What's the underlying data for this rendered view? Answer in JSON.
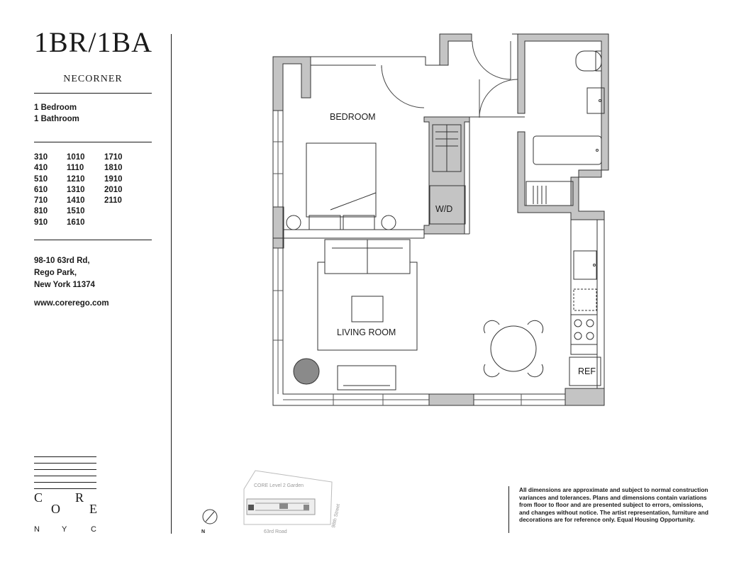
{
  "header": {
    "unit_type": "1BR/1BA",
    "orientation": "NECORNER"
  },
  "specs": {
    "bedrooms": "1 Bedroom",
    "bathrooms": "1 Bathroom"
  },
  "unit_numbers": [
    [
      "310",
      "1010",
      "1710"
    ],
    [
      "410",
      "1110",
      "1810"
    ],
    [
      "510",
      "1210",
      "1910"
    ],
    [
      "610",
      "1310",
      "2010"
    ],
    [
      "710",
      "1410",
      "2110"
    ],
    [
      "810",
      "1510",
      ""
    ],
    [
      "910",
      "1610",
      ""
    ]
  ],
  "address": {
    "line1": "98-10 63rd Rd,",
    "line2": "Rego Park,",
    "line3": "New York 11374"
  },
  "website": "www.corerego.com",
  "logo": {
    "letters_row1": [
      "C",
      "R"
    ],
    "letters_row2": [
      "O",
      "E"
    ],
    "city": [
      "N",
      "Y",
      "C"
    ]
  },
  "floorplan": {
    "labels": {
      "bedroom": "BEDROOM",
      "living_room": "LIVING ROOM",
      "washer_dryer": "W/D",
      "refrigerator": "REF"
    },
    "colors": {
      "wall_fill": "#bfbfbf",
      "line": "#333333"
    }
  },
  "keymap": {
    "building": "CORE Level 2 Garden",
    "street_east": "98th Street",
    "street_south": "63rd Road",
    "north": "N"
  },
  "disclaimer": {
    "text": "All dimensions are approximate and subject to normal construction variances and tolerances. Plans and dimensions contain variations from floor to floor and are presented subject to errors, omissions, and changes without notice. The artist representation, furniture and decorations are for reference only. Equal Housing Opportunity."
  }
}
